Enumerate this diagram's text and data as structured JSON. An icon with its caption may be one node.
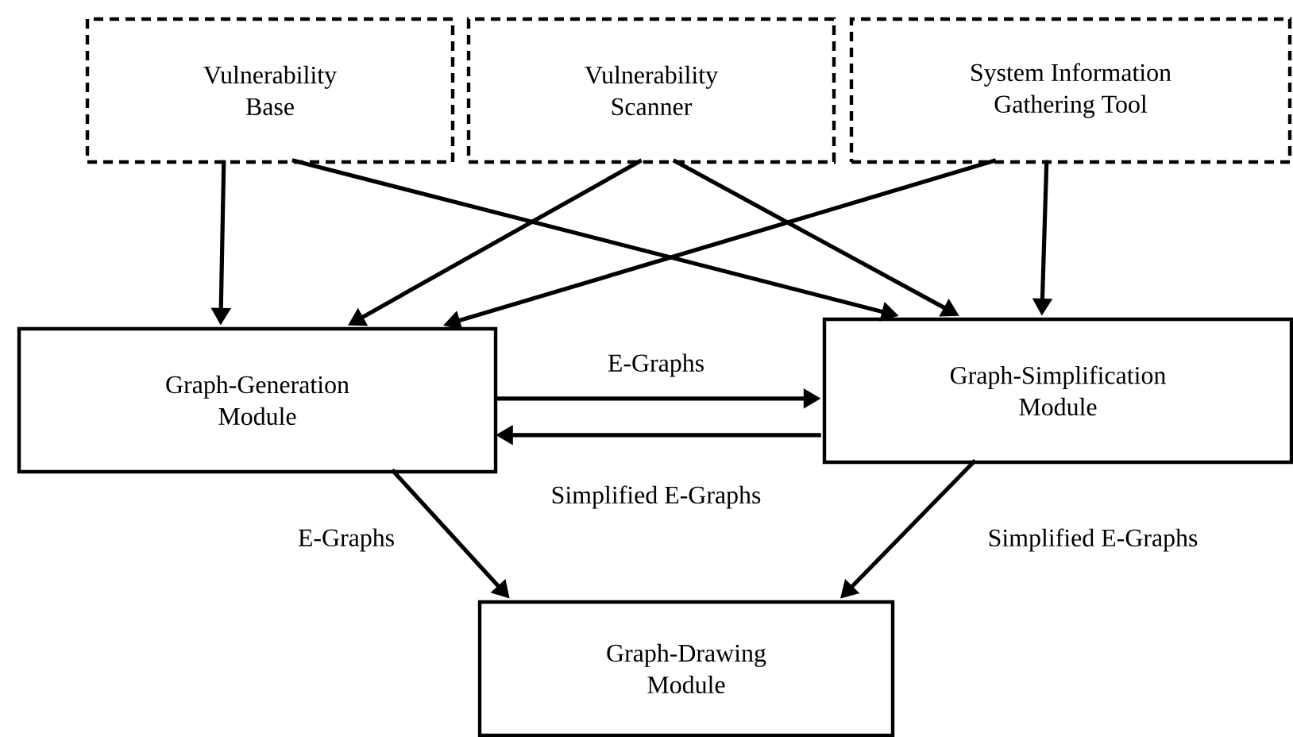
{
  "diagram": {
    "nodes": [
      {
        "text": [
          "Vulnerability Base"
        ]
      },
      {
        "text": [
          "Vulnerability Scanner"
        ]
      },
      {
        "text": [
          "System Information Gathering Tool"
        ]
      },
      {
        "text": [
          "Graph-Generation Module"
        ]
      },
      {
        "text": [
          "Graph-Simplification Module"
        ]
      },
      {
        "text": [
          "Graph-Drawing Module"
        ]
      }
    ],
    "edges": [
      {
        "from": 0,
        "to": 3,
        "arrow": "to"
      },
      {
        "from": 0,
        "to": 4,
        "arrow": "to"
      },
      {
        "from": 1,
        "to": 3,
        "arrow": "to"
      },
      {
        "from": 1,
        "to": 4,
        "arrow": "to"
      },
      {
        "from": 2,
        "to": 3,
        "arrow": "to"
      },
      {
        "from": 2,
        "to": 4,
        "arrow": "to"
      },
      {
        "from": 3,
        "to": 4,
        "arrow": "to",
        "label": "E-Graphs"
      },
      {
        "from": 4,
        "to": 3,
        "arrow": "to",
        "label": "Simplified E-Graphs"
      },
      {
        "from": 3,
        "to": 5,
        "arrow": "to",
        "label": "E-Graphs"
      },
      {
        "from": 4,
        "to": 5,
        "arrow": "to",
        "label": "Simplified E-Graphs"
      }
    ]
  }
}
